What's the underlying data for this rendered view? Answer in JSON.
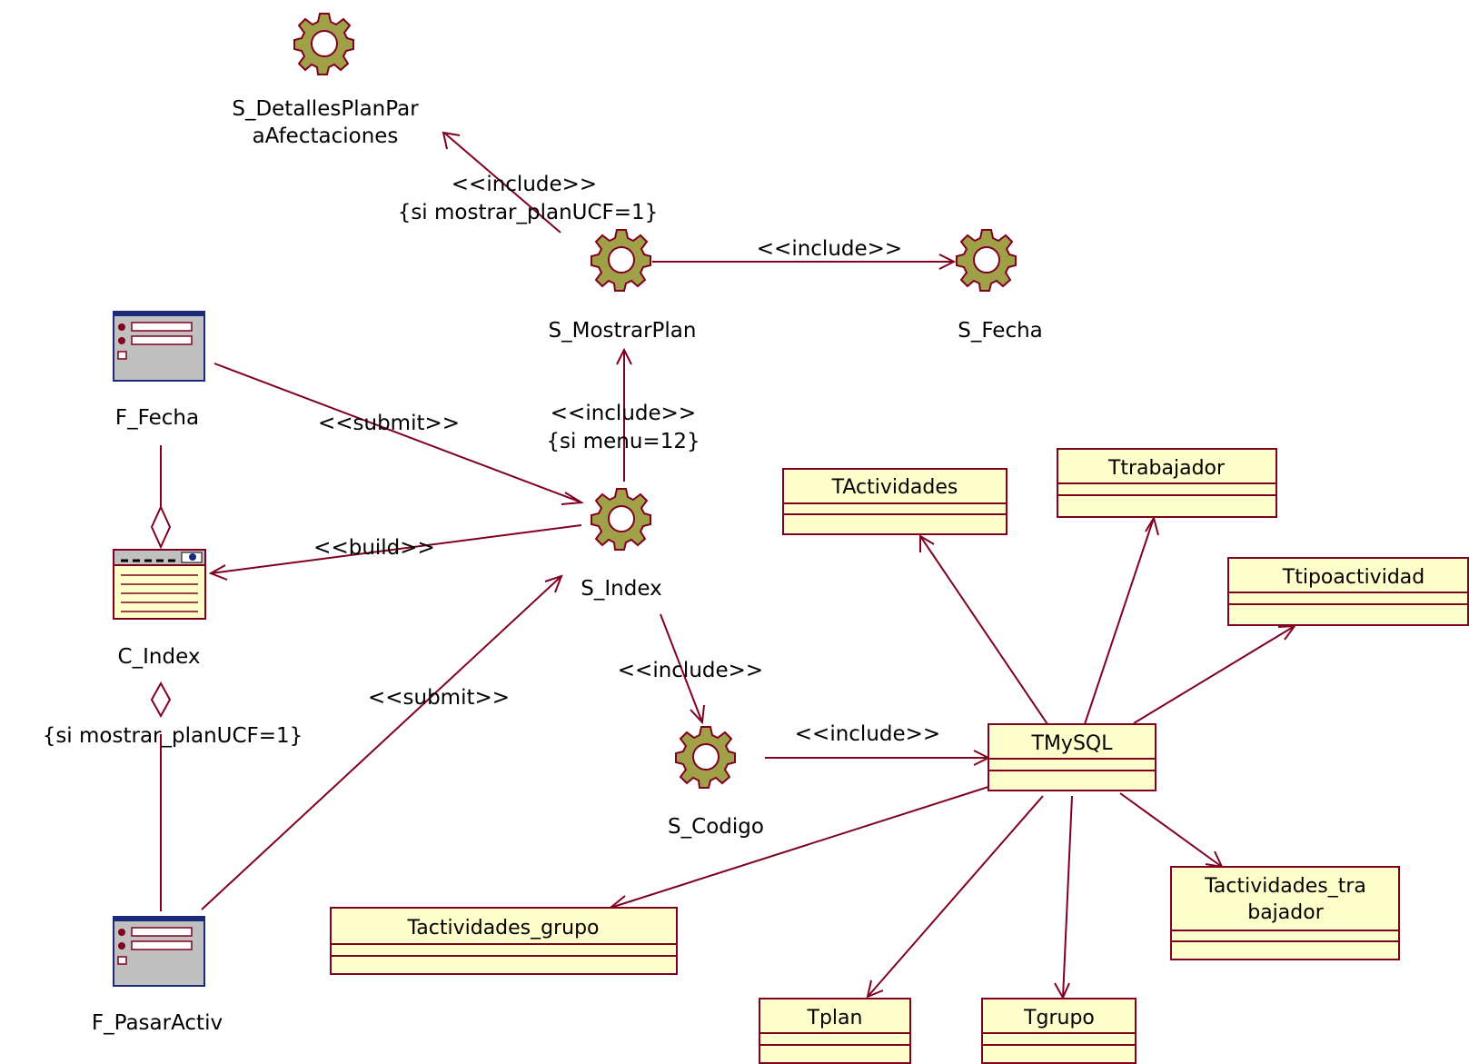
{
  "colors": {
    "edge": "#800020",
    "class_fill": "#ffffcc",
    "class_border": "#800020",
    "gear_fill": "#a0a048",
    "gear_border": "#800020",
    "page_frame": "#1b2a7a",
    "page_screen": "#c0c0c0"
  },
  "servers": {
    "detalles_line1": "S_DetallesPlanPar",
    "detalles_line2": "aAfectaciones",
    "mostrar": "S_MostrarPlan",
    "fecha": "S_Fecha",
    "index": "S_Index",
    "codigo": "S_Codigo"
  },
  "forms": {
    "fecha": "F_Fecha",
    "pasar": "F_PasarActiv"
  },
  "client_pages": {
    "index": "C_Index"
  },
  "classes": {
    "tactividades": "TActividades",
    "ttrabajador": "Ttrabajador",
    "ttipoactividad": "Ttipoactividad",
    "tmysql": "TMySQL",
    "tactividades_grupo": "Tactividades_grupo",
    "tactividades_trabajador_line1": "Tactividades_tra",
    "tactividades_trabajador_line2": "bajador",
    "tplan": "Tplan",
    "tgrupo": "Tgrupo"
  },
  "edge_labels": {
    "include_detalles": "<<include>>",
    "cond_detalles": "{si mostrar_planUCF=1}",
    "include_fecha": "<<include>>",
    "include_mostrar": "<<include>>",
    "cond_menu": "{si menu=12}",
    "submit_fecha": "<<submit>>",
    "build": "<<build>>",
    "submit_pasar": "<<submit>>",
    "include_codigo": "<<include>>",
    "include_mysql": "<<include>>",
    "cond_cindex": "{si mostrar_planUCF=1}"
  }
}
